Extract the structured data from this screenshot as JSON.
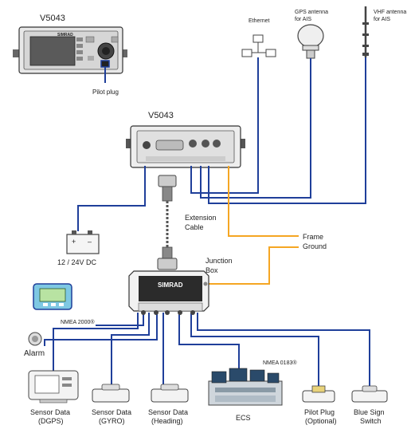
{
  "top_unit": {
    "model": "V5043",
    "pilot_plug": "Pilot plug",
    "brand": "SIMRAD"
  },
  "rear_unit": {
    "model": "V5043"
  },
  "network": {
    "ethernet": "Ethernet",
    "gps_line1": "GPS antenna",
    "gps_line2": "for AIS",
    "vhf_line1": "VHF antenna",
    "vhf_line2": "for AIS"
  },
  "power": {
    "label": "12 / 24V DC",
    "plus": "+",
    "minus": "–"
  },
  "extension": {
    "line1": "Extension",
    "line2": "Cable"
  },
  "frame": {
    "line1": "Frame",
    "line2": "Ground"
  },
  "junction": {
    "line1": "Junction",
    "line2": "Box",
    "brand": "SIMRAD"
  },
  "nmea2000": "NMEA 2000®",
  "nmea0183": "NMEA 0183®",
  "alarm": "Alarm",
  "devices": [
    {
      "line1": "Sensor Data",
      "line2": "(DGPS)"
    },
    {
      "line1": "Sensor Data",
      "line2": "(GYRO)"
    },
    {
      "line1": "Sensor Data",
      "line2": "(Heading)"
    },
    {
      "line1": "ECS",
      "line2": ""
    },
    {
      "line1": "Pilot Plug",
      "line2": "(Optional)"
    },
    {
      "line1": "Blue Sign",
      "line2": "Switch"
    }
  ],
  "colors": {
    "blue": "#1f3f9a",
    "orange": "#f5a623",
    "gray": "#555555",
    "display": "#7ec8e3"
  }
}
